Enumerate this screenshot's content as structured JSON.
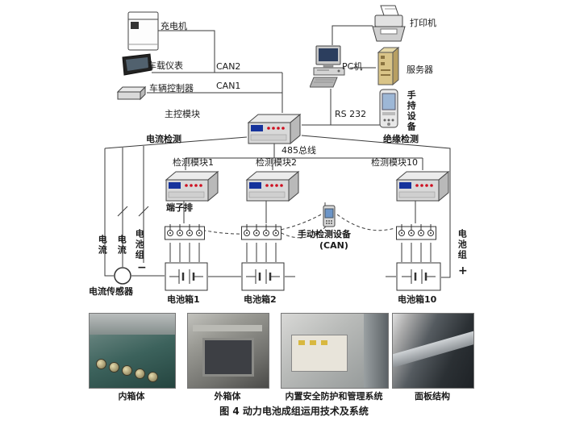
{
  "labels": {
    "charger": "充电机",
    "can2": "CAN2",
    "instrument": "车载仪表",
    "can1": "CAN1",
    "controller": "车辆控制器",
    "main_module": "主控模块",
    "printer": "打印机",
    "pc": "PC机",
    "server": "服务器",
    "rs232": "RS 232",
    "handheld": "手持设备",
    "current_detect": "电流检测",
    "bus485": "485总线",
    "insulation_detect": "绝缘检测",
    "module1": "检测模块1",
    "module2": "检测模块2",
    "module10": "检测模块10",
    "terminal_block": "端子排",
    "manual_device": "手动检测设备",
    "manual_device_bus": "(CAN)",
    "current_a": "电流",
    "current_b": "电流",
    "battery_pack_left": "电池组",
    "battery_pack_right": "电池组",
    "minus": "−",
    "plus": "+",
    "current_sensor": "电流传感器",
    "battery_box1": "电池箱1",
    "battery_box2": "电池箱2",
    "battery_box10": "电池箱10"
  },
  "photos": [
    {
      "label": "内箱体"
    },
    {
      "label": "外箱体"
    },
    {
      "label": "内置安全防护和管理系统"
    },
    {
      "label": "面板结构"
    }
  ],
  "caption": "图 4  动力电池成组运用技术及系统",
  "colors": {
    "module_tag_blue": "#16339c",
    "indicator_red": "#cf1020",
    "screen_blue": "#9db7d6"
  }
}
